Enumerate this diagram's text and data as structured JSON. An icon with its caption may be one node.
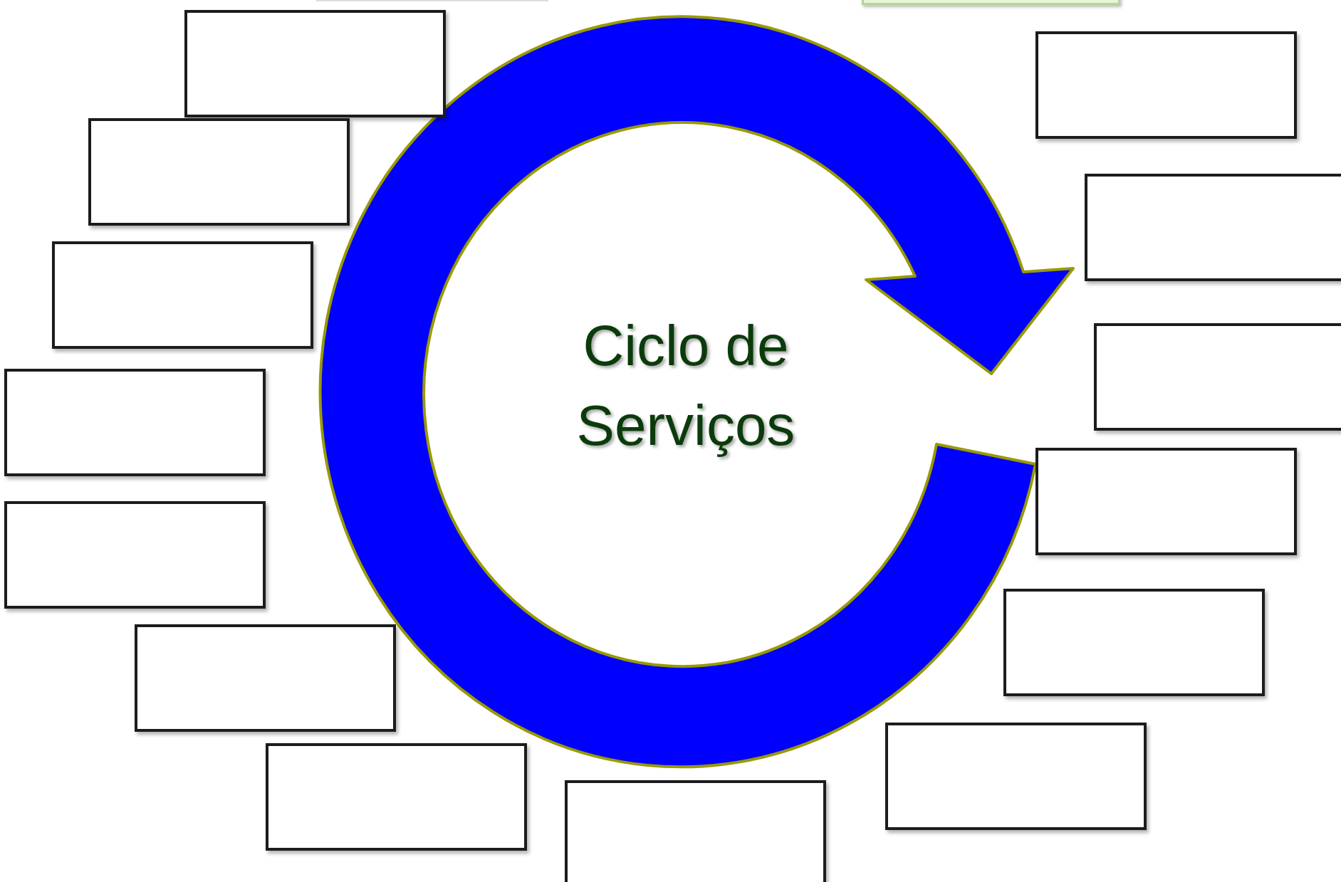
{
  "diagram": {
    "nodes": [
      {
        "text": [
          "Ciclo de Serviços"
        ]
      },
      {
        "text": [],
        "shape": "box"
      },
      {
        "text": [],
        "shape": "box"
      },
      {
        "text": [],
        "shape": "box"
      },
      {
        "text": [],
        "shape": "box"
      },
      {
        "text": [],
        "shape": "box"
      },
      {
        "text": [],
        "shape": "box"
      },
      {
        "text": [],
        "shape": "box"
      },
      {
        "text": [],
        "shape": "box"
      },
      {
        "text": [],
        "shape": "box"
      },
      {
        "text": [],
        "shape": "box"
      },
      {
        "text": [],
        "shape": "box"
      },
      {
        "text": [],
        "shape": "box"
      },
      {
        "text": [],
        "shape": "box"
      },
      {
        "text": [],
        "shape": "box"
      },
      {
        "text": [],
        "shape": "box"
      },
      {
        "text": [],
        "shape": "box"
      }
    ]
  }
}
